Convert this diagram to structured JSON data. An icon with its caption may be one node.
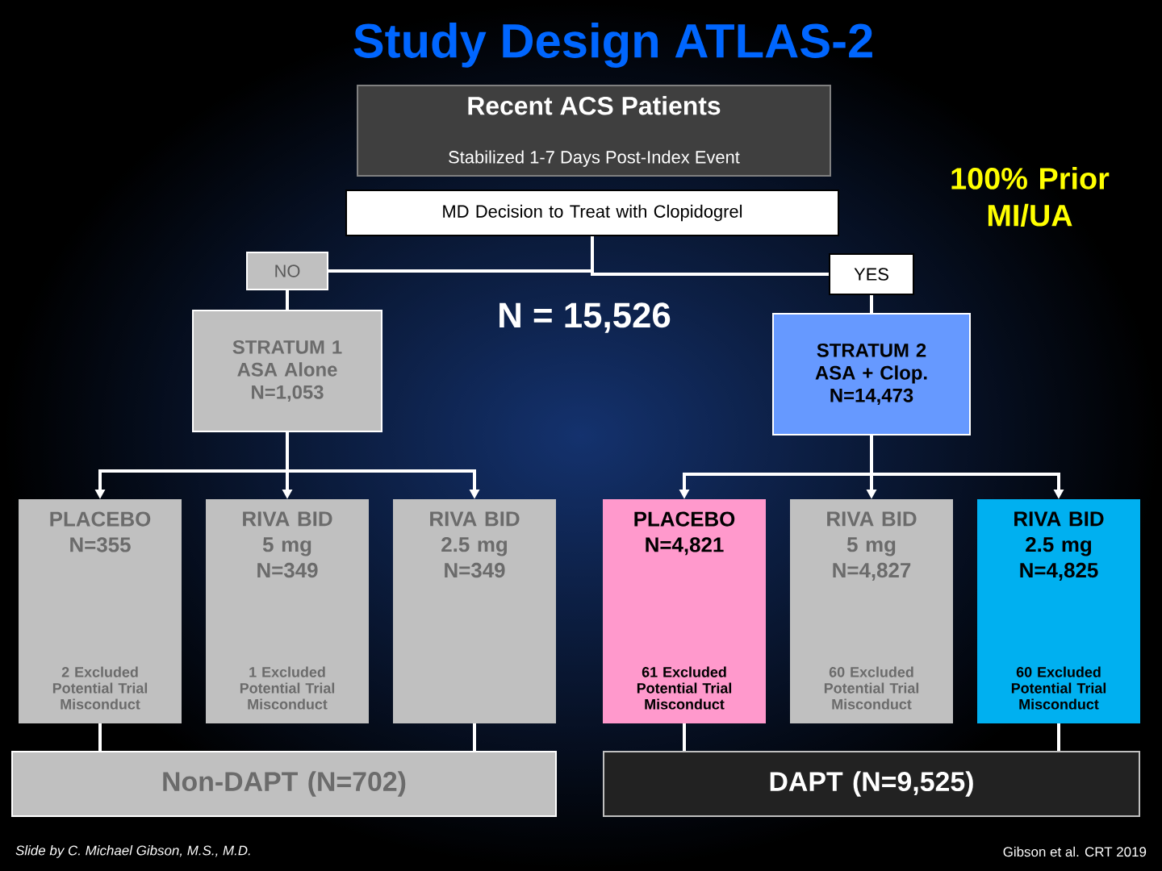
{
  "diagram": {
    "title": "Study Design ATLAS-2",
    "nodes": [
      {
        "text": [
          "Recent ACS Patients",
          "Stabilized 1-7 Days Post-Index Event"
        ]
      },
      {
        "text": [
          "MD Decision to Treat with Clopidogrel"
        ]
      },
      {
        "text": [
          "NO"
        ]
      },
      {
        "text": [
          "YES"
        ]
      },
      {
        "text": [
          "STRATUM 1 ASA Alone N=1,053"
        ]
      },
      {
        "text": [
          "STRATUM 2 ASA + Clop. N=14,473"
        ]
      },
      {
        "text": [
          "PLACEBO N=355",
          "2 Excluded Potential Trial Misconduct"
        ]
      },
      {
        "text": [
          "RIVA BID 5 mg N=349",
          "1 Excluded Potential Trial Misconduct"
        ]
      },
      {
        "text": [
          "RIVA BID 2.5 mg N=349"
        ]
      },
      {
        "text": [
          "PLACEBO N=4,821",
          "61 Excluded Potential Trial Misconduct"
        ]
      },
      {
        "text": [
          "RIVA BID 5 mg N=4,827",
          "60 Excluded Potential Trial Misconduct"
        ]
      },
      {
        "text": [
          "RIVA BID 2.5 mg N=4,825",
          "60 Excluded Potential Trial Misconduct"
        ]
      },
      {
        "text": [
          "Non-DAPT (N=702)"
        ]
      },
      {
        "text": [
          "DAPT (N=9,525)"
        ]
      }
    ],
    "edges": [
      {
        "from": 1,
        "to": 2,
        "arrow": "none"
      },
      {
        "from": 1,
        "to": 3,
        "arrow": "none"
      },
      {
        "from": 2,
        "to": 4,
        "arrow": "none"
      },
      {
        "from": 3,
        "to": 5,
        "arrow": "none"
      },
      {
        "from": 4,
        "to": 6,
        "arrow": "to"
      },
      {
        "from": 4,
        "to": 7,
        "arrow": "to"
      },
      {
        "from": 4,
        "to": 8,
        "arrow": "to"
      },
      {
        "from": 5,
        "to": 9,
        "arrow": "to"
      },
      {
        "from": 5,
        "to": 10,
        "arrow": "to"
      },
      {
        "from": 5,
        "to": 11,
        "arrow": "to"
      },
      {
        "from": 6,
        "to": 12,
        "arrow": "none"
      },
      {
        "from": 8,
        "to": 12,
        "arrow": "none"
      },
      {
        "from": 9,
        "to": 13,
        "arrow": "none"
      },
      {
        "from": 11,
        "to": 13,
        "arrow": "none"
      }
    ],
    "labels": [
      "100% Prior MI/UA",
      "N = 15,526",
      "Slide by C. Michael Gibson, M.S., M.D.",
      "Gibson et al. CRT 2019"
    ]
  }
}
